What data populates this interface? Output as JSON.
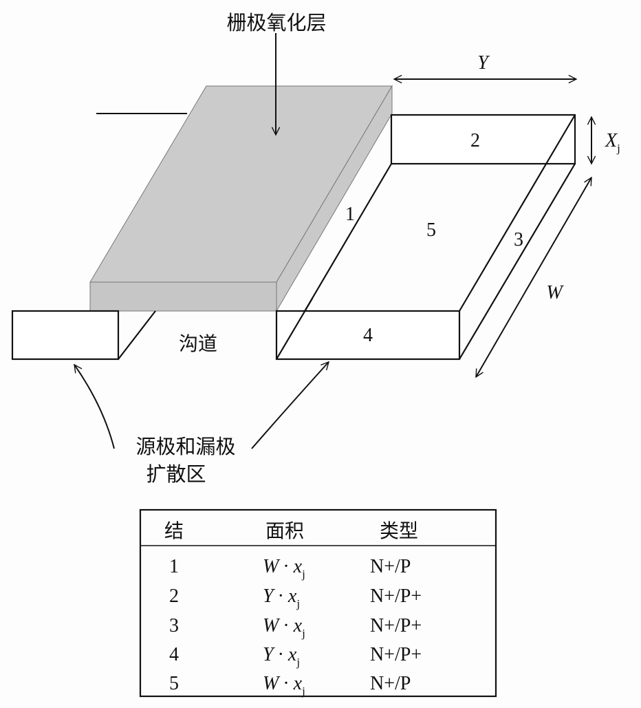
{
  "labels": {
    "gate_oxide": "栅极氧化层",
    "channel": "沟道",
    "source_drain_line1": "源极和漏极",
    "source_drain_line2": "扩散区",
    "dim_y": "Y",
    "dim_w": "W",
    "dim_xj": "X",
    "dim_xj_sub": "j",
    "junction_1": "1",
    "junction_2": "2",
    "junction_3": "3",
    "junction_4": "4",
    "junction_5": "5"
  },
  "colors": {
    "gate": "#cbcbcb",
    "stroke": "#111111"
  },
  "table": {
    "headers": [
      "结",
      "面积",
      "类型"
    ],
    "rows": [
      {
        "junction": "1",
        "area_var": "W",
        "area_dot": "·",
        "area_x": "x",
        "area_sub": "j",
        "type": "N+/P"
      },
      {
        "junction": "2",
        "area_var": "Y",
        "area_dot": "·",
        "area_x": "x",
        "area_sub": "j",
        "type": "N+/P+"
      },
      {
        "junction": "3",
        "area_var": "W",
        "area_dot": "·",
        "area_x": "x",
        "area_sub": "j",
        "type": "N+/P+"
      },
      {
        "junction": "4",
        "area_var": "Y",
        "area_dot": "·",
        "area_x": "x",
        "area_sub": "j",
        "type": "N+/P+"
      },
      {
        "junction": "5",
        "area_var": "W",
        "area_dot": "·",
        "area_x": "x",
        "area_sub": "j",
        "type": "N+/P"
      }
    ]
  }
}
